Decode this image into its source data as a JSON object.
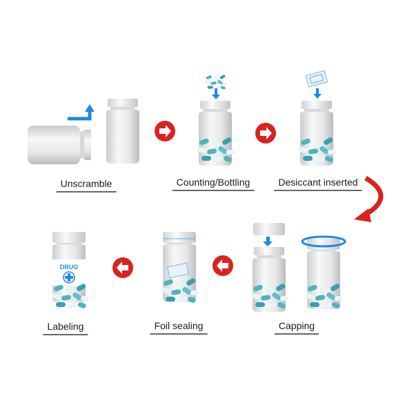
{
  "steps": [
    {
      "label": "Unscramble"
    },
    {
      "label": "Counting/Bottling"
    },
    {
      "label": "Desiccant inserted"
    },
    {
      "label": "Capping"
    },
    {
      "label": "Foil sealing"
    },
    {
      "label": "Labeling"
    }
  ],
  "label_text": "DRUG",
  "colors": {
    "arrow_red": "#d9231f",
    "accent_blue": "#1e88e5",
    "capsule_teal": "#4fb3bf"
  }
}
